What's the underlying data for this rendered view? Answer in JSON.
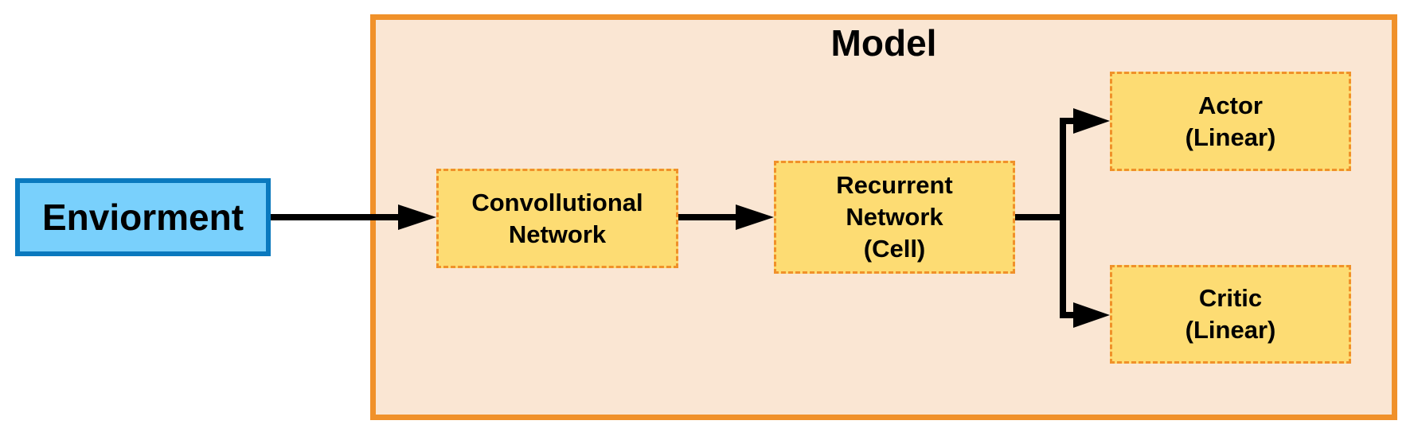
{
  "model": {
    "title": "Model"
  },
  "environment": {
    "label": "Enviorment"
  },
  "layers": {
    "conv": {
      "line1": "Convollutional",
      "line2": "Network"
    },
    "rnn": {
      "line1": "Recurrent",
      "line2": "Network",
      "line3": "(Cell)"
    },
    "actor": {
      "line1": "Actor",
      "line2": "(Linear)"
    },
    "critic": {
      "line1": "Critic",
      "line2": "(Linear)"
    }
  },
  "colors": {
    "model_fill": "#FAE6D3",
    "model_border": "#F0912A",
    "env_fill": "#79D0FC",
    "env_border": "#0A79BE",
    "layer_fill": "#FDDC73",
    "layer_border": "#F0912A",
    "arrow": "#000000"
  }
}
